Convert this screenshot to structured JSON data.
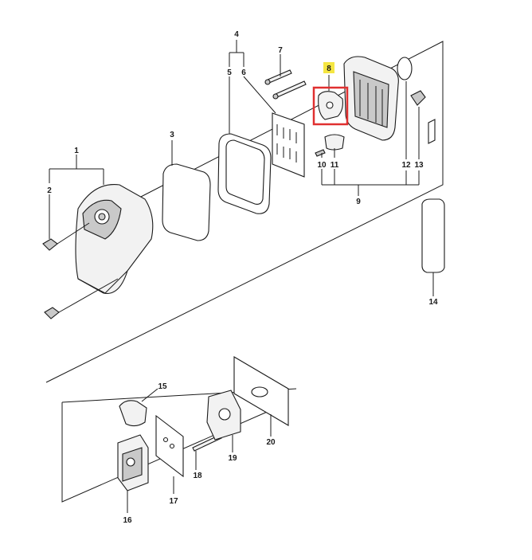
{
  "diagram": {
    "callouts": [
      {
        "id": "c1",
        "text": "1"
      },
      {
        "id": "c2",
        "text": "2"
      },
      {
        "id": "c3",
        "text": "3"
      },
      {
        "id": "c4",
        "text": "4"
      },
      {
        "id": "c5",
        "text": "5"
      },
      {
        "id": "c6",
        "text": "6"
      },
      {
        "id": "c7",
        "text": "7"
      },
      {
        "id": "c8",
        "text": "8"
      },
      {
        "id": "c9",
        "text": "9"
      },
      {
        "id": "c10",
        "text": "10"
      },
      {
        "id": "c11",
        "text": "11"
      },
      {
        "id": "c12",
        "text": "12"
      },
      {
        "id": "c13",
        "text": "13"
      },
      {
        "id": "c14",
        "text": "14"
      },
      {
        "id": "c15",
        "text": "15"
      },
      {
        "id": "c16",
        "text": "16"
      },
      {
        "id": "c17",
        "text": "17"
      },
      {
        "id": "c18",
        "text": "18"
      },
      {
        "id": "c19",
        "text": "19"
      },
      {
        "id": "c20",
        "text": "20"
      }
    ],
    "highlight": {
      "target": "8",
      "label_bg": "#f5e642",
      "box_color": "#e03030"
    }
  }
}
